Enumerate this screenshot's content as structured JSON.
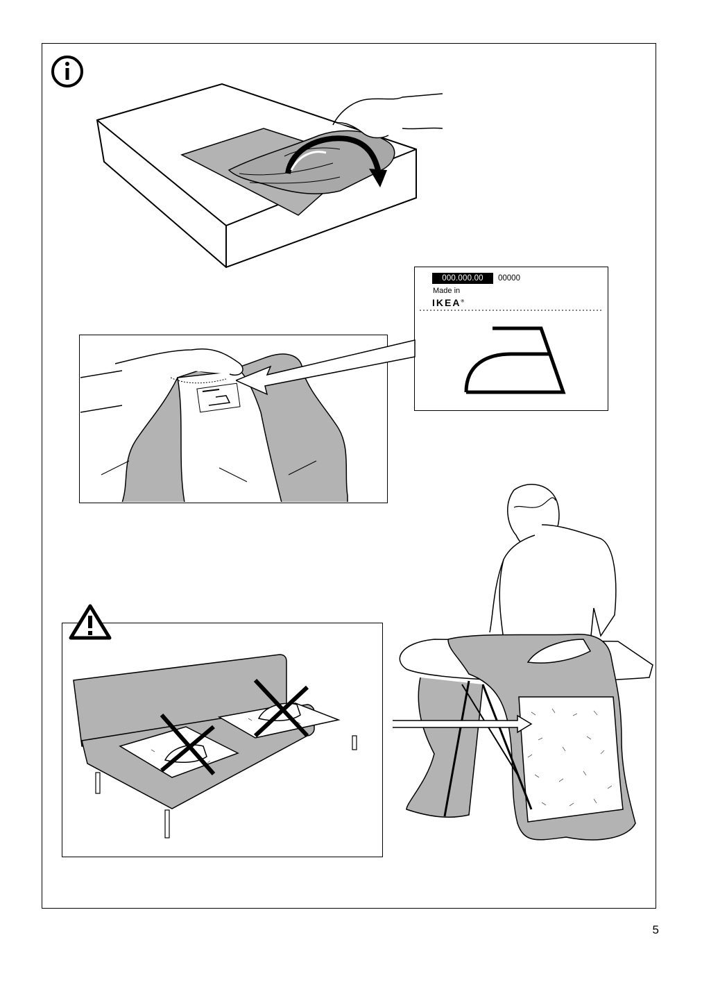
{
  "care_label": {
    "article_number": "000.000.00",
    "supplier_number": "00000",
    "made_in_label": "Made in",
    "brand": "IKEA"
  },
  "page_number": "5",
  "icons": {
    "info": "info-circle-icon",
    "warning": "warning-triangle-icon",
    "iron_care": "iron-care-symbol-icon"
  },
  "colors": {
    "ink": "#000000",
    "fabric_gray": "#b3b3b3",
    "paper": "#ffffff"
  }
}
